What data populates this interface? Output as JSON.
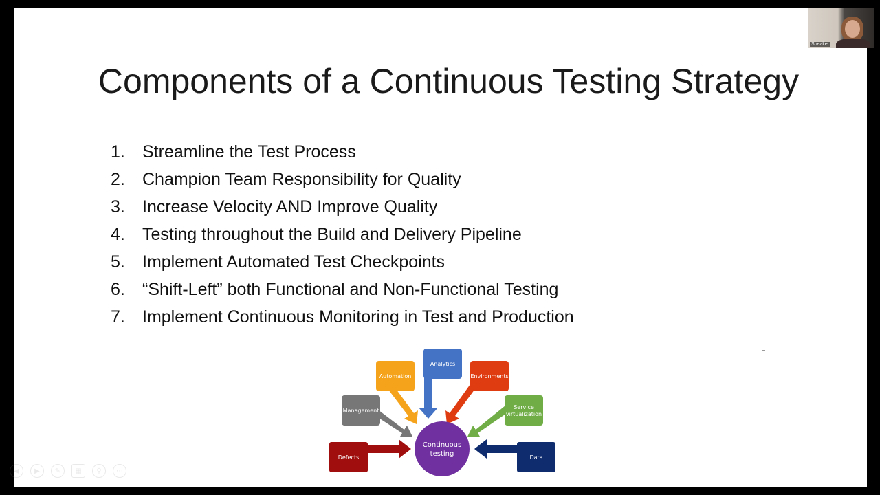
{
  "slide": {
    "title": "Components of a Continuous Testing Strategy",
    "items": [
      {
        "num": "1.",
        "text": "Streamline the Test Process"
      },
      {
        "num": "2.",
        "text": "Champion Team Responsibility for Quality"
      },
      {
        "num": "3.",
        "text": "Increase Velocity AND Improve Quality"
      },
      {
        "num": "4.",
        "text": "Testing throughout the Build and Delivery Pipeline"
      },
      {
        "num": "5.",
        "text": "Implement Automated Test Checkpoints"
      },
      {
        "num": "6.",
        "text": "“Shift-Left” both Functional and Non-Functional Testing"
      },
      {
        "num": "7.",
        "text": "Implement Continuous Monitoring in Test and Production"
      }
    ]
  },
  "diagram": {
    "center_lines": [
      "Continuous",
      "testing"
    ],
    "nodes": {
      "analytics": "Analytics",
      "automation": "Automation",
      "environments": "Environments",
      "management": "Management",
      "service_lines": [
        "Service",
        "virtualization"
      ],
      "defects": "Defects",
      "data": "Data"
    }
  },
  "colors": {
    "analytics": "#4472c4",
    "automation": "#f5a31a",
    "environments": "#e03c12",
    "management": "#777777",
    "service": "#70ad47",
    "defects": "#a00e0e",
    "data": "#0f2c6e",
    "center": "#7030a0"
  },
  "toolbar": {
    "icons": [
      "prev-slide-icon",
      "next-slide-icon",
      "pen-icon",
      "slides-grid-icon",
      "zoom-icon",
      "more-icon"
    ]
  },
  "video": {
    "label": "Speaker"
  }
}
